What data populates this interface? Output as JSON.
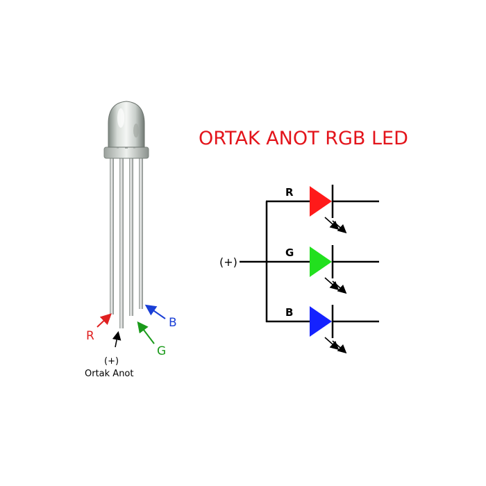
{
  "title": "ORTAK ANOT RGB LED",
  "colors": {
    "title": "#e3141b",
    "red": "#ff1a1a",
    "green": "#22e01e",
    "blue": "#1522ff",
    "wire": "#000000",
    "pin_r": "#e02020",
    "pin_g": "#1a9a1a",
    "pin_b": "#1a3fd6"
  },
  "led_photo": {
    "pin_labels": {
      "r": "R",
      "g": "G",
      "b": "B",
      "anode_symbol": "(+)",
      "anode_name": "Ortak Anot"
    }
  },
  "schematic": {
    "input_label": "(+)",
    "branches": [
      {
        "label": "R",
        "color_key": "red",
        "color_name": "red"
      },
      {
        "label": "G",
        "color_key": "green",
        "color_name": "green"
      },
      {
        "label": "B",
        "color_key": "blue",
        "color_name": "blue"
      }
    ]
  }
}
